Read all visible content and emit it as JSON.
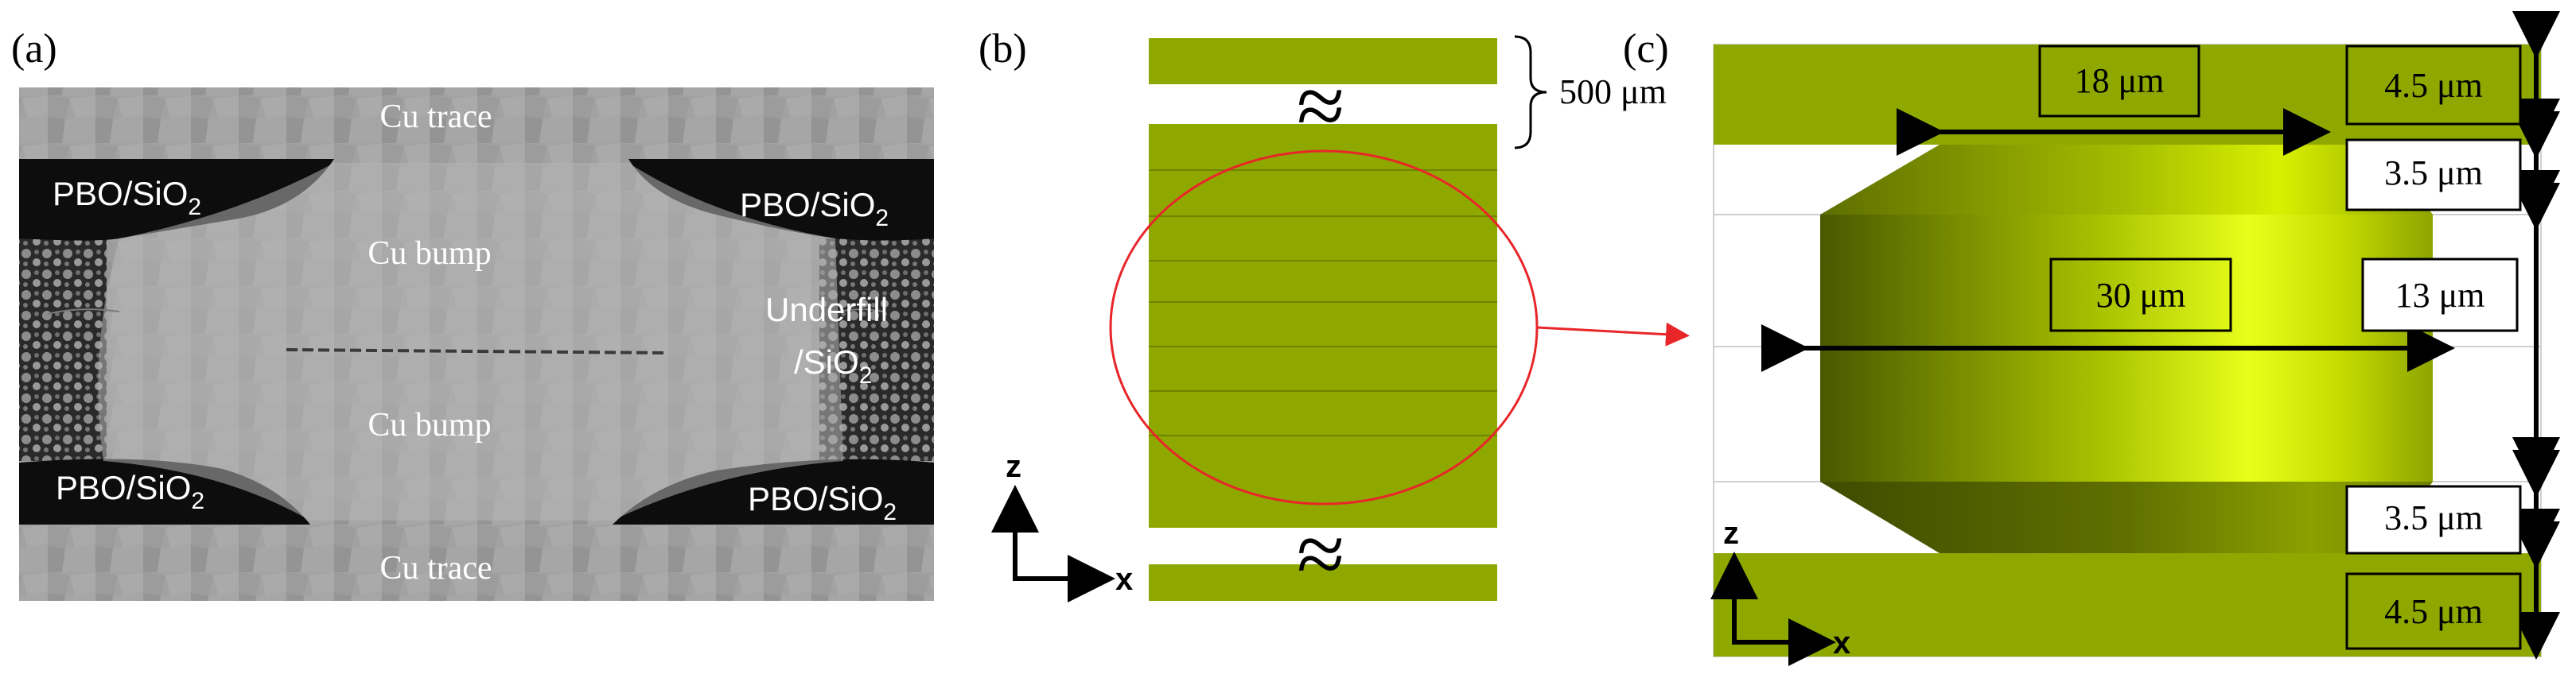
{
  "panel_a": {
    "label": "(a)",
    "top_trace": "Cu trace",
    "bottom_trace": "Cu trace",
    "upper_bump": "Cu bump",
    "lower_bump": "Cu bump",
    "pbo_label": "PBO/SiO",
    "pbo_sub": "2",
    "underfill_line1": "Underfill",
    "underfill_line2": "/SiO",
    "underfill_sub": "2"
  },
  "panel_b": {
    "label": "(b)",
    "thickness_label": "500 μm",
    "break_symbol": "≈",
    "axis_z": "z",
    "axis_x": "x"
  },
  "panel_c": {
    "label": "(c)",
    "neck_width": "18 μm",
    "mid_width": "30 μm",
    "top_layer": "4.5 μm",
    "upper_gap": "3.5 μm",
    "core": "13 μm",
    "lower_gap": "3.5 μm",
    "bottom_layer": "4.5 μm",
    "axis_z": "z",
    "axis_x": "x"
  },
  "colors": {
    "olive": "#8fa800",
    "olive_dark": "#6f8300",
    "sem_gray": "#9a9a9a",
    "red_circle": "#e8262a"
  }
}
